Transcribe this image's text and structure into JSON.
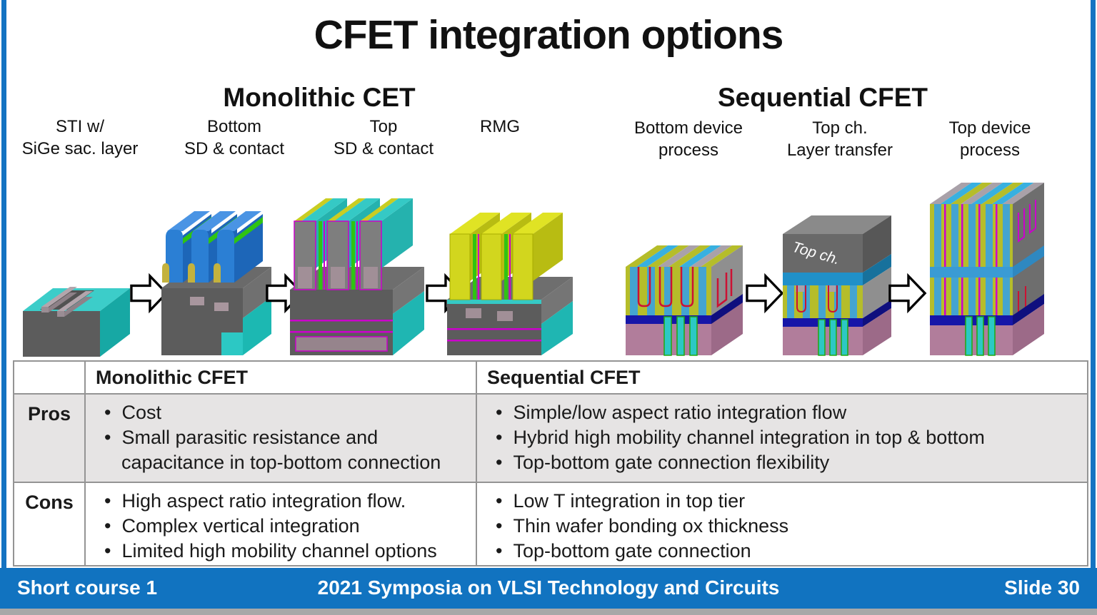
{
  "slide": {
    "title": "CFET integration options",
    "footer": {
      "left": "Short course 1",
      "center": "2021 Symposia on VLSI Technology and Circuits",
      "right": "Slide 30"
    }
  },
  "monolithic": {
    "heading": "Monolithic CET",
    "steps": [
      {
        "line1": "STI w/",
        "line2": "SiGe sac. layer"
      },
      {
        "line1": "Bottom",
        "line2": "SD & contact"
      },
      {
        "line1": "Top",
        "line2": "SD & contact"
      },
      {
        "line1": "RMG",
        "line2": ""
      }
    ]
  },
  "sequential": {
    "heading": "Sequential CFET",
    "steps": [
      {
        "line1": "Bottom device",
        "line2": "process"
      },
      {
        "line1": "Top ch.",
        "line2": "Layer transfer"
      },
      {
        "line1": "Top device",
        "line2": "process"
      }
    ],
    "top_ch_label": "Top ch."
  },
  "table": {
    "headers": [
      "",
      "Monolithic CFET",
      "Sequential CFET"
    ],
    "rows": [
      {
        "label": "Pros",
        "monolithic": [
          "Cost",
          "Small parasitic resistance and capacitance in top-bottom connection"
        ],
        "sequential": [
          "Simple/low aspect ratio integration flow",
          "Hybrid high mobility channel integration in top & bottom",
          "Top-bottom gate connection flexibility"
        ]
      },
      {
        "label": "Cons",
        "monolithic": [
          "High aspect ratio integration flow.",
          "Complex vertical integration",
          "Limited high mobility channel options"
        ],
        "sequential": [
          "Low T integration in top tier",
          "Thin wafer bonding ox thickness",
          "Top-bottom gate connection"
        ]
      }
    ]
  },
  "palette": {
    "slide_border_blue": "#1473c2",
    "footer_blue": "#1173c0",
    "table_border_gray": "#949494",
    "pros_row_bg": "#e6e4e4",
    "base_gray": "#5c5c5c",
    "teal": "#2cc8c4",
    "fin_blue": "#2b7fd4",
    "green": "#2fc412",
    "gate_yellow": "#d2d61e",
    "olive": "#b5bd2a",
    "magenta": "#cc00cc",
    "mauve": "#b17d9b",
    "navy_blue": "#1616a8",
    "sky_blue": "#44a4d0",
    "gate_red": "#cc1133"
  }
}
